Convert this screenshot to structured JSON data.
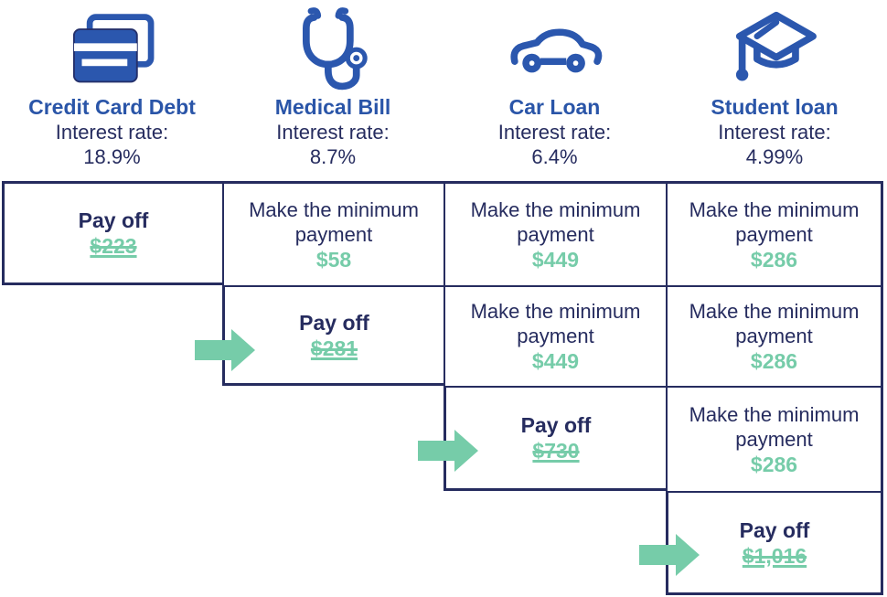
{
  "columns": [
    {
      "icon": "credit-card-icon",
      "name": "Credit Card Debt",
      "interest_label": "Interest rate:",
      "rate": "18.9%"
    },
    {
      "icon": "stethoscope-icon",
      "name": "Medical Bill",
      "interest_label": "Interest rate:",
      "rate": "8.7%"
    },
    {
      "icon": "car-icon",
      "name": "Car Loan",
      "interest_label": "Interest rate:",
      "rate": "6.4%"
    },
    {
      "icon": "graduation-cap-icon",
      "name": "Student loan",
      "interest_label": "Interest rate:",
      "rate": "4.99%"
    }
  ],
  "table": {
    "rows": [
      {
        "cells": [
          {
            "type": "payoff",
            "label": "Pay off",
            "amount": "$223"
          },
          {
            "type": "minimum",
            "label": "Make the minimum payment",
            "amount": "$58"
          },
          {
            "type": "minimum",
            "label": "Make the minimum payment",
            "amount": "$449"
          },
          {
            "type": "minimum",
            "label": "Make the minimum payment",
            "amount": "$286"
          }
        ]
      },
      {
        "cells": [
          {
            "type": "payoff",
            "label": "Pay off",
            "amount": "$281",
            "arrow": true
          },
          {
            "type": "minimum",
            "label": "Make the minimum payment",
            "amount": "$449"
          },
          {
            "type": "minimum",
            "label": "Make the minimum payment",
            "amount": "$286"
          }
        ]
      },
      {
        "cells": [
          {
            "type": "payoff",
            "label": "Pay off",
            "amount": "$730",
            "arrow": true
          },
          {
            "type": "minimum",
            "label": "Make the minimum payment",
            "amount": "$286"
          }
        ]
      },
      {
        "cells": [
          {
            "type": "payoff",
            "label": "Pay off",
            "amount": "$1,016",
            "arrow": true
          }
        ]
      }
    ]
  },
  "colors": {
    "heading_blue": "#2A55A8",
    "icon_blue": "#2B57AE",
    "navy": "#262C5F",
    "teal": "#76CCA9"
  }
}
